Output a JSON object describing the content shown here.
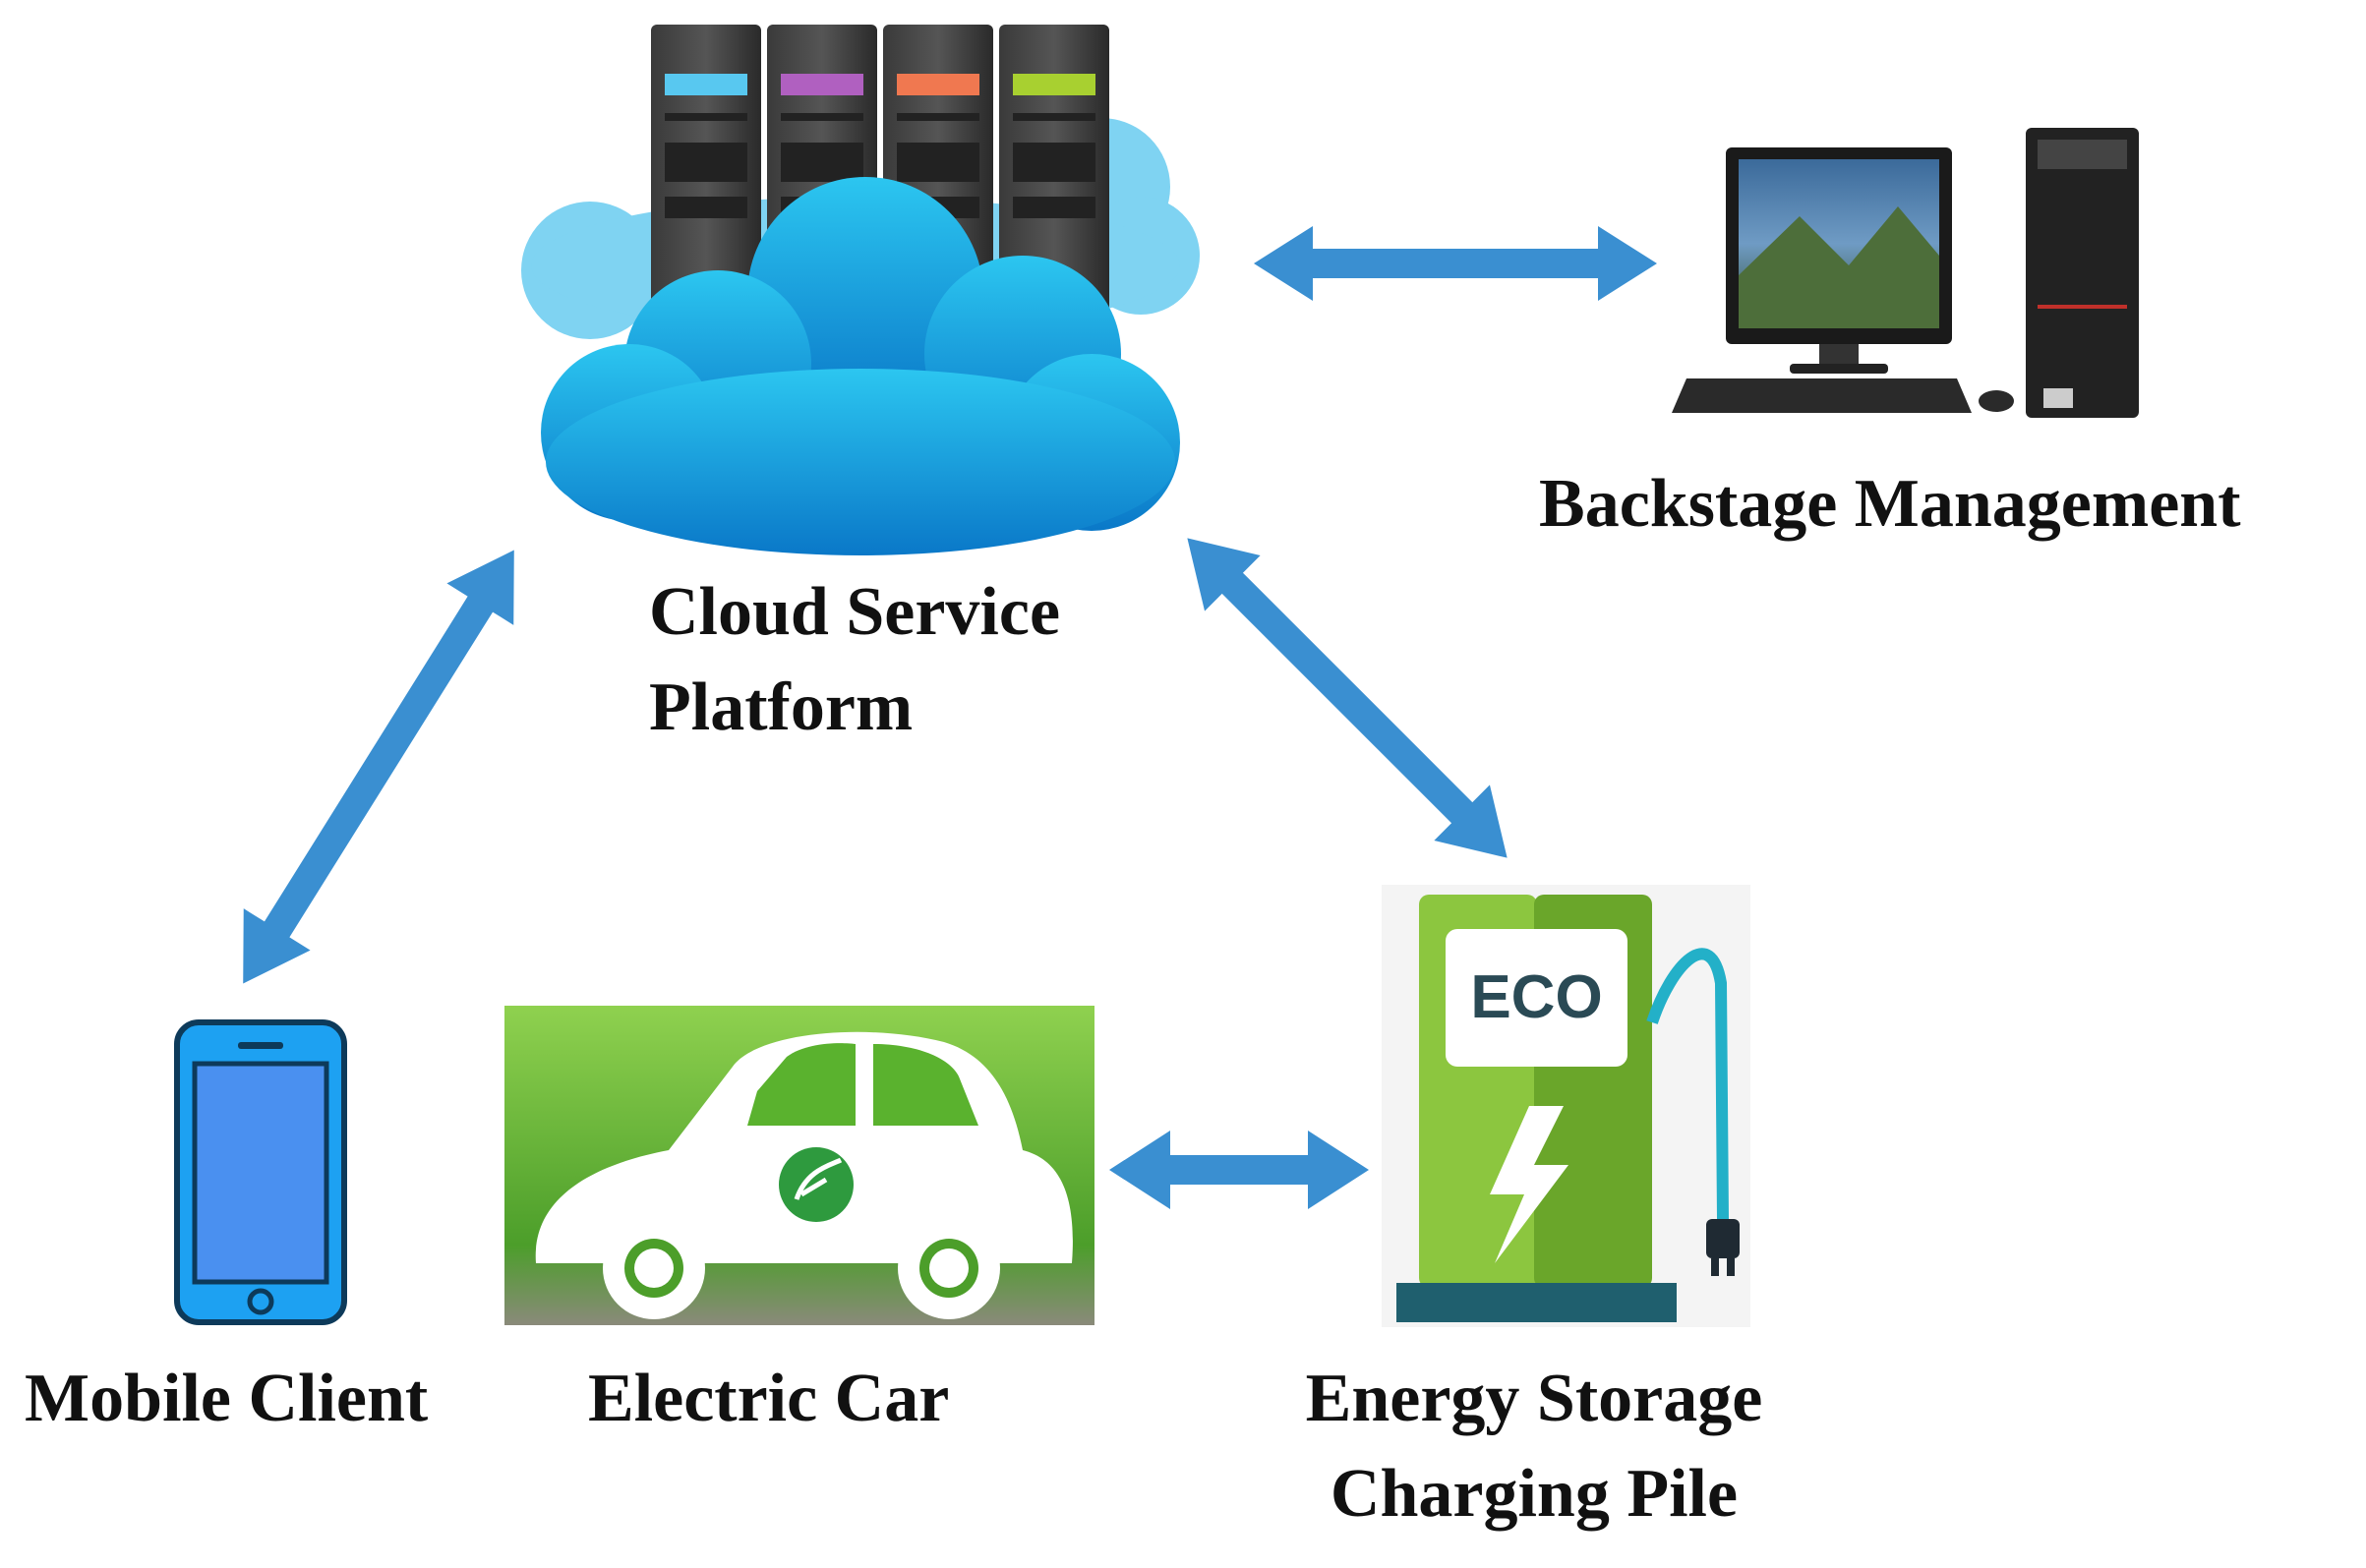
{
  "nodes": {
    "cloud": {
      "label_line1": "Cloud Service",
      "label_line2": "Platform",
      "icon": "cloud-server-icon"
    },
    "backstage": {
      "label": "Backstage Management",
      "icon": "desktop-computer-icon"
    },
    "mobile": {
      "label": "Mobile Client",
      "icon": "smartphone-icon"
    },
    "car": {
      "label": "Electric Car",
      "badge_icon": "leaf-icon",
      "icon": "electric-car-icon"
    },
    "pile": {
      "label_line1": "Energy Storage",
      "label_line2": "Charging Pile",
      "screen_text": "ECO",
      "icon": "charging-station-icon"
    }
  },
  "colors": {
    "arrow": "#3a8fd1",
    "cloud": "#1ab2e8",
    "cloud_back": "#7fd3f2",
    "phone_body": "#1da1f2",
    "phone_screen": "#4a90f0",
    "pile_light": "#8cc63f",
    "pile_dark": "#6aa62a",
    "pile_base": "#1f5f6e",
    "car_bg": "#5ab22e"
  },
  "connections": [
    {
      "from": "cloud",
      "to": "backstage",
      "type": "bidirectional"
    },
    {
      "from": "cloud",
      "to": "mobile",
      "type": "bidirectional"
    },
    {
      "from": "cloud",
      "to": "pile",
      "type": "bidirectional"
    },
    {
      "from": "car",
      "to": "pile",
      "type": "bidirectional"
    }
  ]
}
